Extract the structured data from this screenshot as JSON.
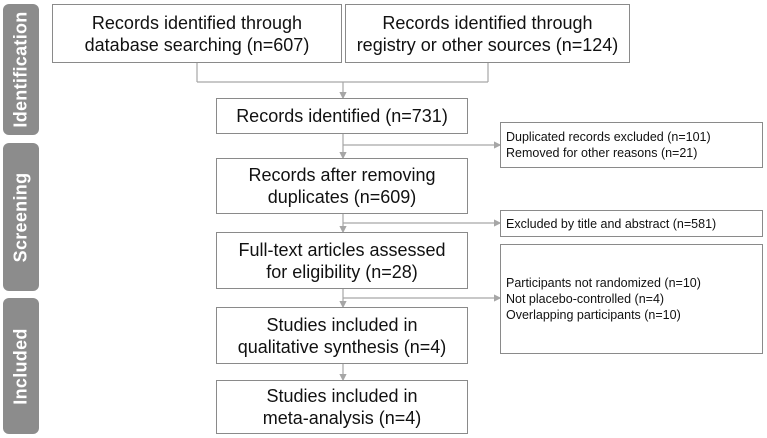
{
  "phases": {
    "identification": "Identification",
    "screening": "Screening",
    "included": "Included"
  },
  "boxes": {
    "database": {
      "line1": "Records identified through",
      "line2": "database searching (n=607)"
    },
    "registry": {
      "line1": "Records identified through",
      "line2": "registry or other sources (n=124)"
    },
    "identified": {
      "line1": "Records identified (n=731)"
    },
    "after_duplicates": {
      "line1": "Records after removing",
      "line2": "duplicates (n=609)"
    },
    "full_text": {
      "line1": "Full-text articles assessed",
      "line2": "for eligibility (n=28)"
    },
    "qualitative": {
      "line1": "Studies included in",
      "line2": "qualitative synthesis (n=4)"
    },
    "meta": {
      "line1": "Studies included in",
      "line2": "meta-analysis (n=4)"
    }
  },
  "exclusions": {
    "duplicates": {
      "line1": "Duplicated records excluded (n=101)",
      "line2": "Removed for other reasons (n=21)"
    },
    "title_abstract": {
      "line1": "Excluded by title and abstract (n=581)"
    },
    "full_text": {
      "line1": "Participants not randomized (n=10)",
      "line2": "Not placebo-controlled (n=4)",
      "line3": "Overlapping participants (n=10)"
    }
  },
  "colors": {
    "phase_label_bg": "#8c8c8c",
    "border": "#8a8a8a",
    "connector": "#a6a6a6"
  }
}
